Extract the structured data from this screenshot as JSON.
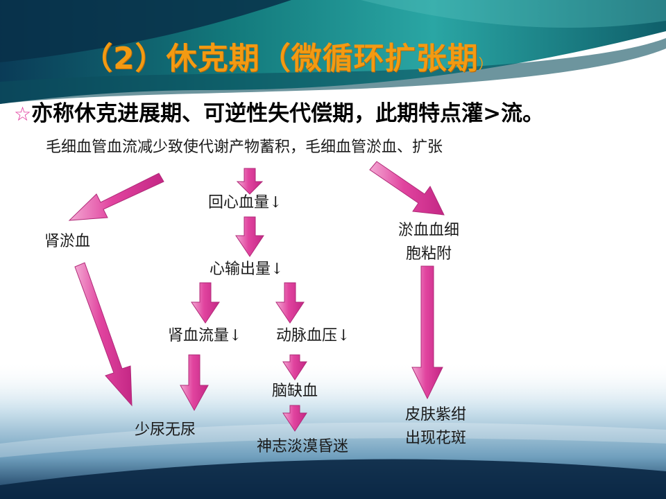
{
  "slide": {
    "title": "（2）休克期（微循环扩张期",
    "title_close": "）",
    "subtitle_bullet": "☆",
    "subtitle": "亦称休克进展期、可逆性失代偿期，此期特点灌>流。"
  },
  "diagram": {
    "top": "毛细血管血流减少致使代谢产物蓄积，毛细血管淤血、扩张",
    "return_blood": "回心血量↓",
    "kidney_congestion": "肾淤血",
    "cell_adhesion_line1": "淤血血细",
    "cell_adhesion_line2": "胞粘附",
    "cardiac_output": "心输出量↓",
    "renal_flow": "肾血流量↓",
    "arterial_pressure": "动脉血压↓",
    "brain_ischemia": "脑缺血",
    "oliguria": "少尿无尿",
    "consciousness": "神志淡漠昏迷",
    "skin_line1": "皮肤紫绀",
    "skin_line2": "出现花斑"
  },
  "colors": {
    "title": "#f39a12",
    "arrow_fill": "#e64aa6",
    "arrow_light": "#f6b9dc",
    "bg_teal": "#0e6b6b",
    "bg_navy": "#0b2a45"
  }
}
